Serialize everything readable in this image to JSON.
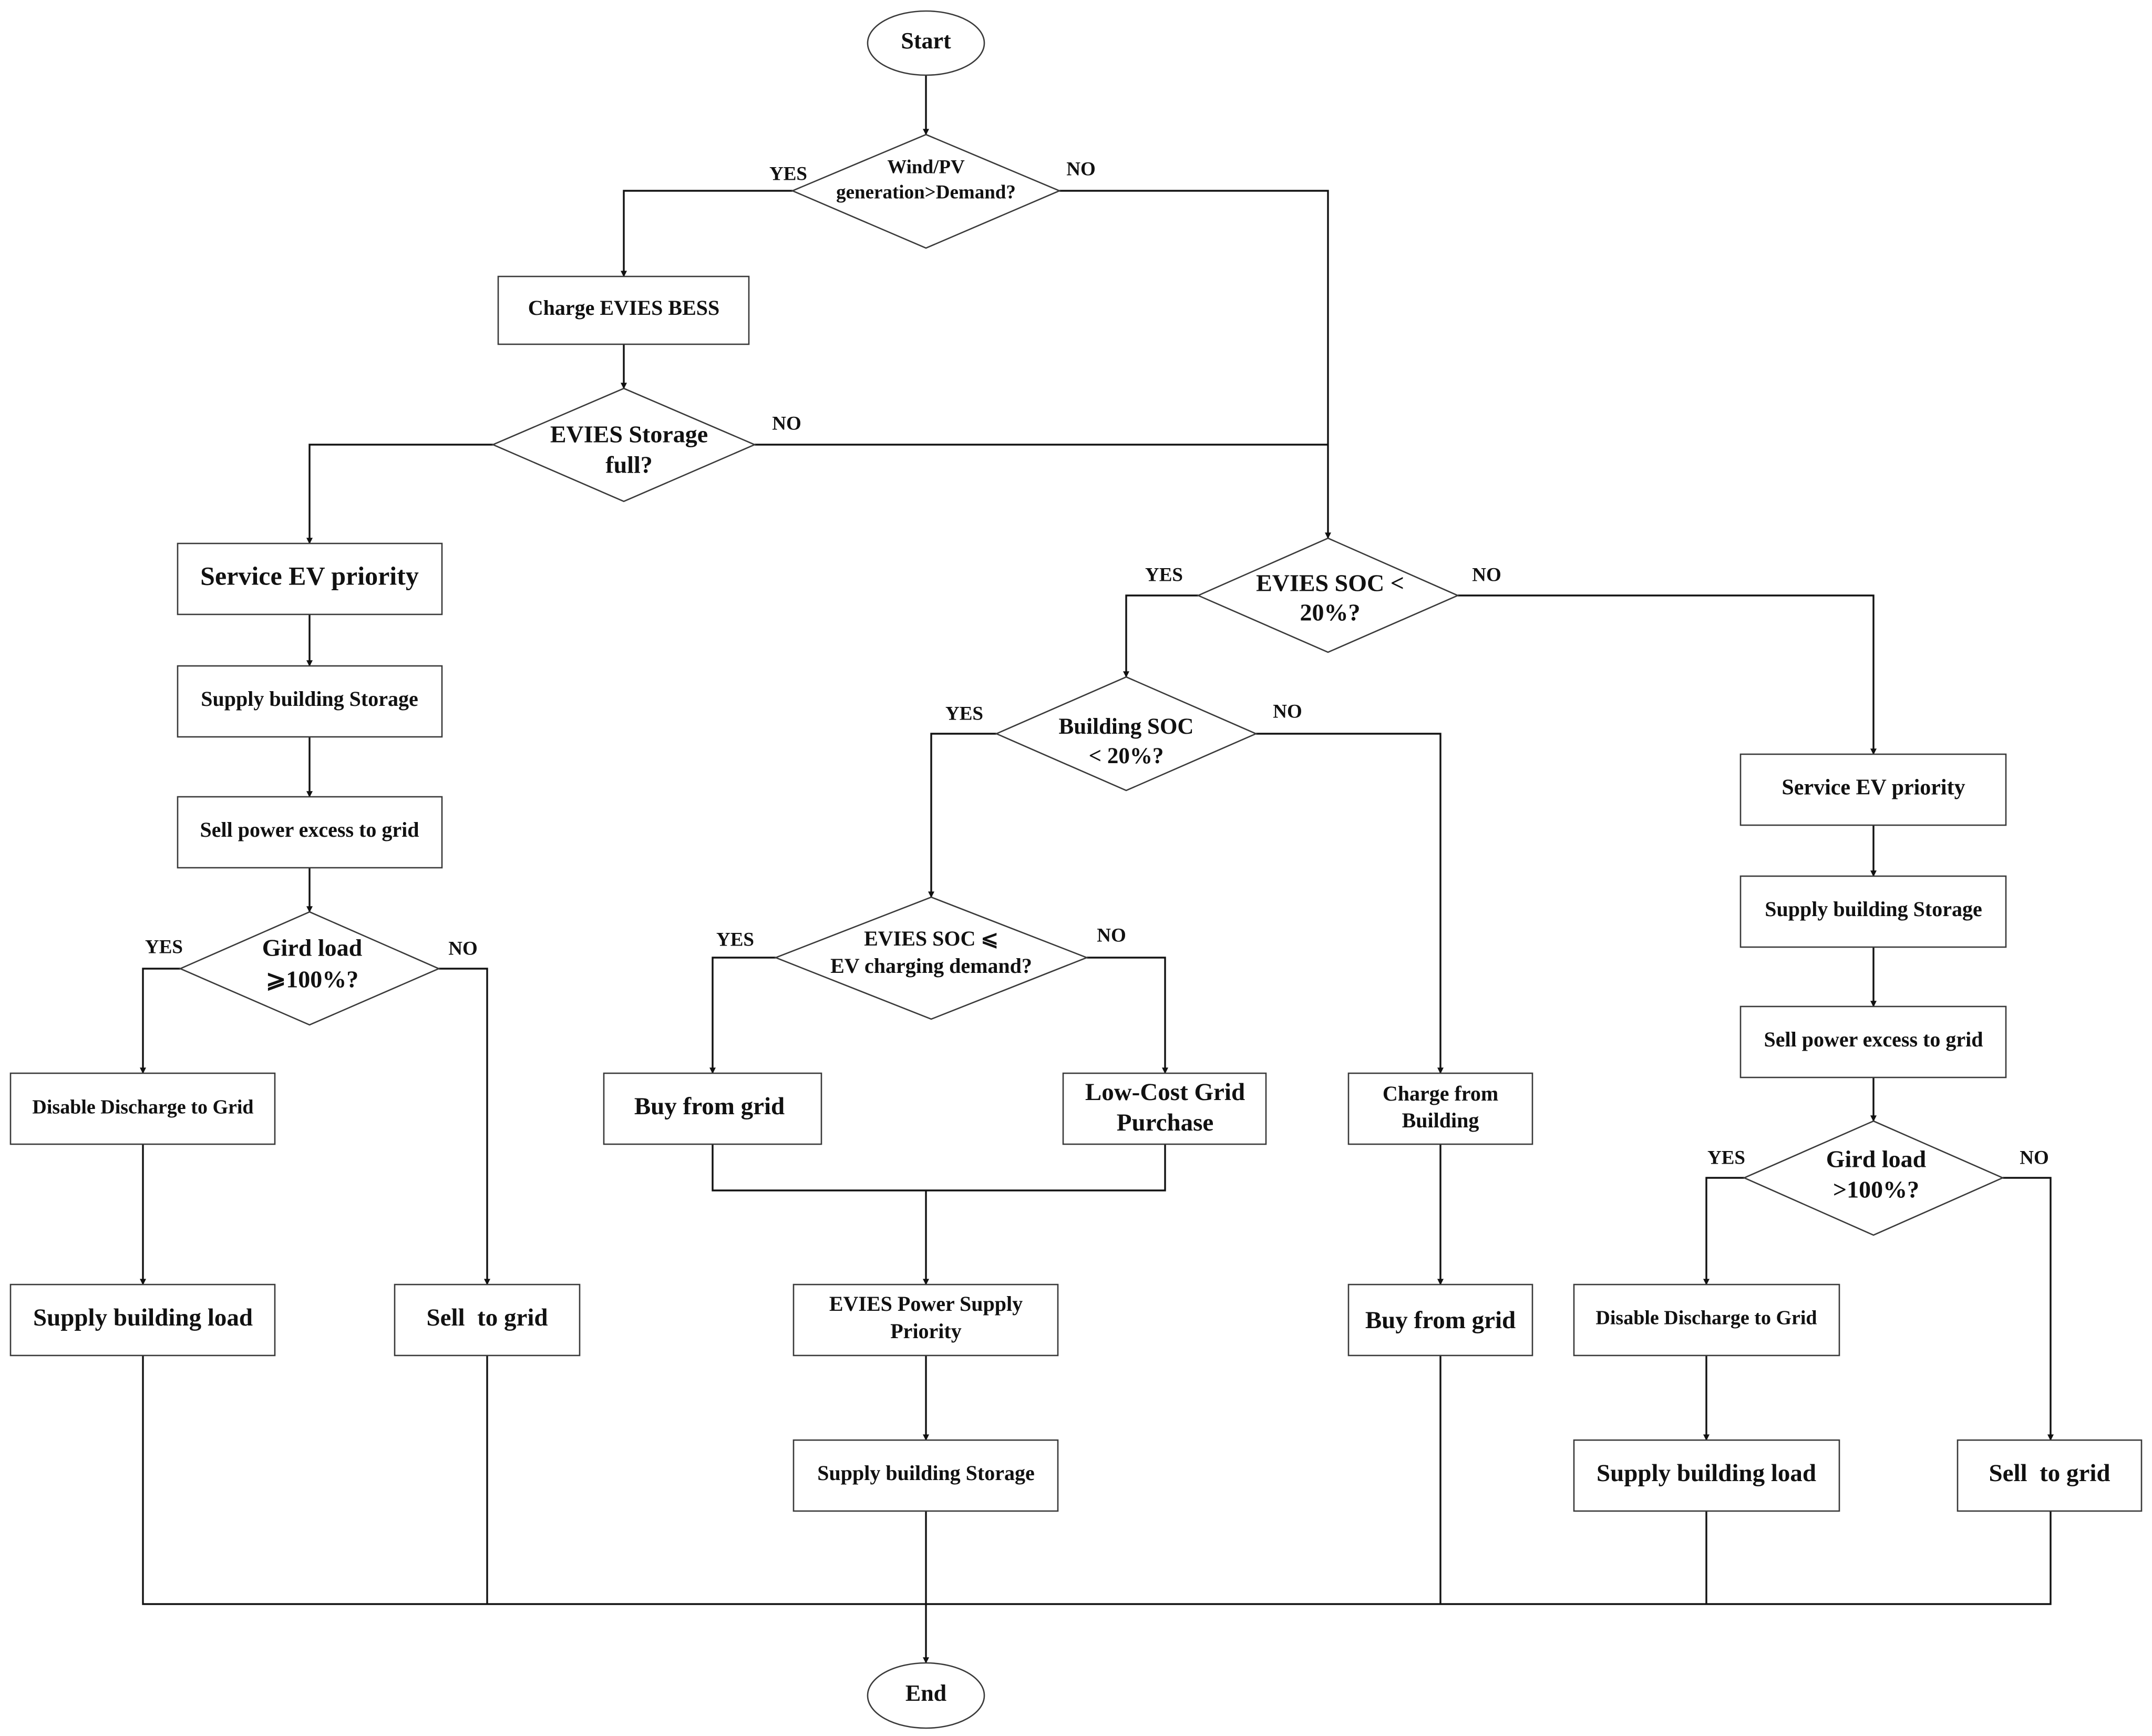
{
  "diagram": {
    "start": "Start",
    "end": "End",
    "d_wind": [
      "Wind/PV",
      "generation>Demand?"
    ],
    "charge_bess": "Charge EVIES BESS",
    "d_storage_full": [
      "EVIES Storage",
      "full?"
    ],
    "l_service_ev": "Service EV priority",
    "l_supply_storage": "Supply building Storage",
    "l_sell_excess": "Sell power excess to grid",
    "l_d_grid": [
      "Gird load",
      "⩾100%?"
    ],
    "l_disable": "Disable Discharge to Grid",
    "l_supply_load": "Supply building load",
    "l_sell": "Sell  to grid",
    "d_evies_soc": [
      "EVIES SOC <",
      "20%?"
    ],
    "d_building_soc": [
      "Building SOC",
      "< 20%?"
    ],
    "d_evies_demand": [
      "EVIES SOC ⩽",
      "EV charging demand?"
    ],
    "buy_grid_1": "Buy from grid",
    "low_cost": [
      "Low-Cost Grid",
      "Purchase"
    ],
    "evies_priority": [
      "EVIES Power Supply",
      "Priority"
    ],
    "c_supply_storage": "Supply building Storage",
    "charge_building": [
      "Charge from",
      "Building"
    ],
    "buy_grid_2": "Buy from grid",
    "r_service_ev": "Service EV priority",
    "r_supply_storage": "Supply building Storage",
    "r_sell_excess": "Sell power excess to grid",
    "r_d_grid": [
      "Gird load",
      ">100%?"
    ],
    "r_disable": "Disable Discharge to Grid",
    "r_supply_load": "Supply building load",
    "r_sell": "Sell  to grid",
    "yes": "YES",
    "no": "NO"
  }
}
